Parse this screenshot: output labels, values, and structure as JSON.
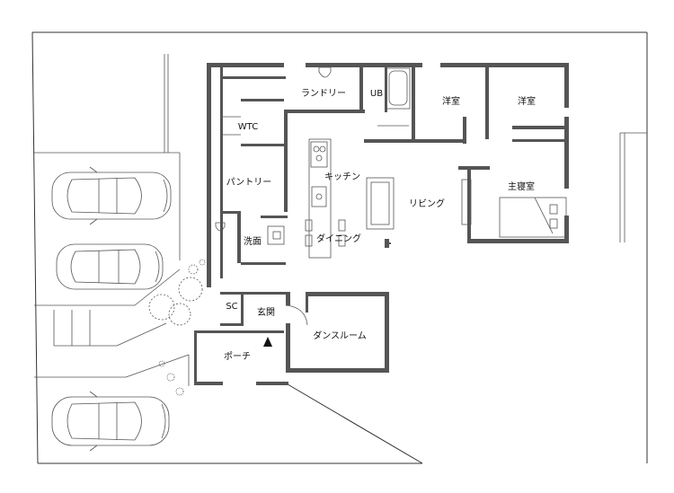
{
  "rooms": {
    "laundry": "ランドリー",
    "ub": "UB",
    "western_room_1": "洋室",
    "western_room_2": "洋室",
    "wtc": "WTC",
    "kitchen": "キッチン",
    "pantry": "パントリー",
    "master_bedroom": "主寝室",
    "living": "リビング",
    "washroom": "洗面",
    "dining": "ダイニング",
    "sc": "SC",
    "entrance": "玄関",
    "dance_room": "ダンスルーム",
    "porch": "ポーチ"
  },
  "colors": {
    "wall": "#555555",
    "line": "#333333",
    "background": "#ffffff"
  },
  "icons": {
    "entry_arrow": "triangle-up-icon",
    "car": "car-icon",
    "tree": "tree-icon"
  }
}
